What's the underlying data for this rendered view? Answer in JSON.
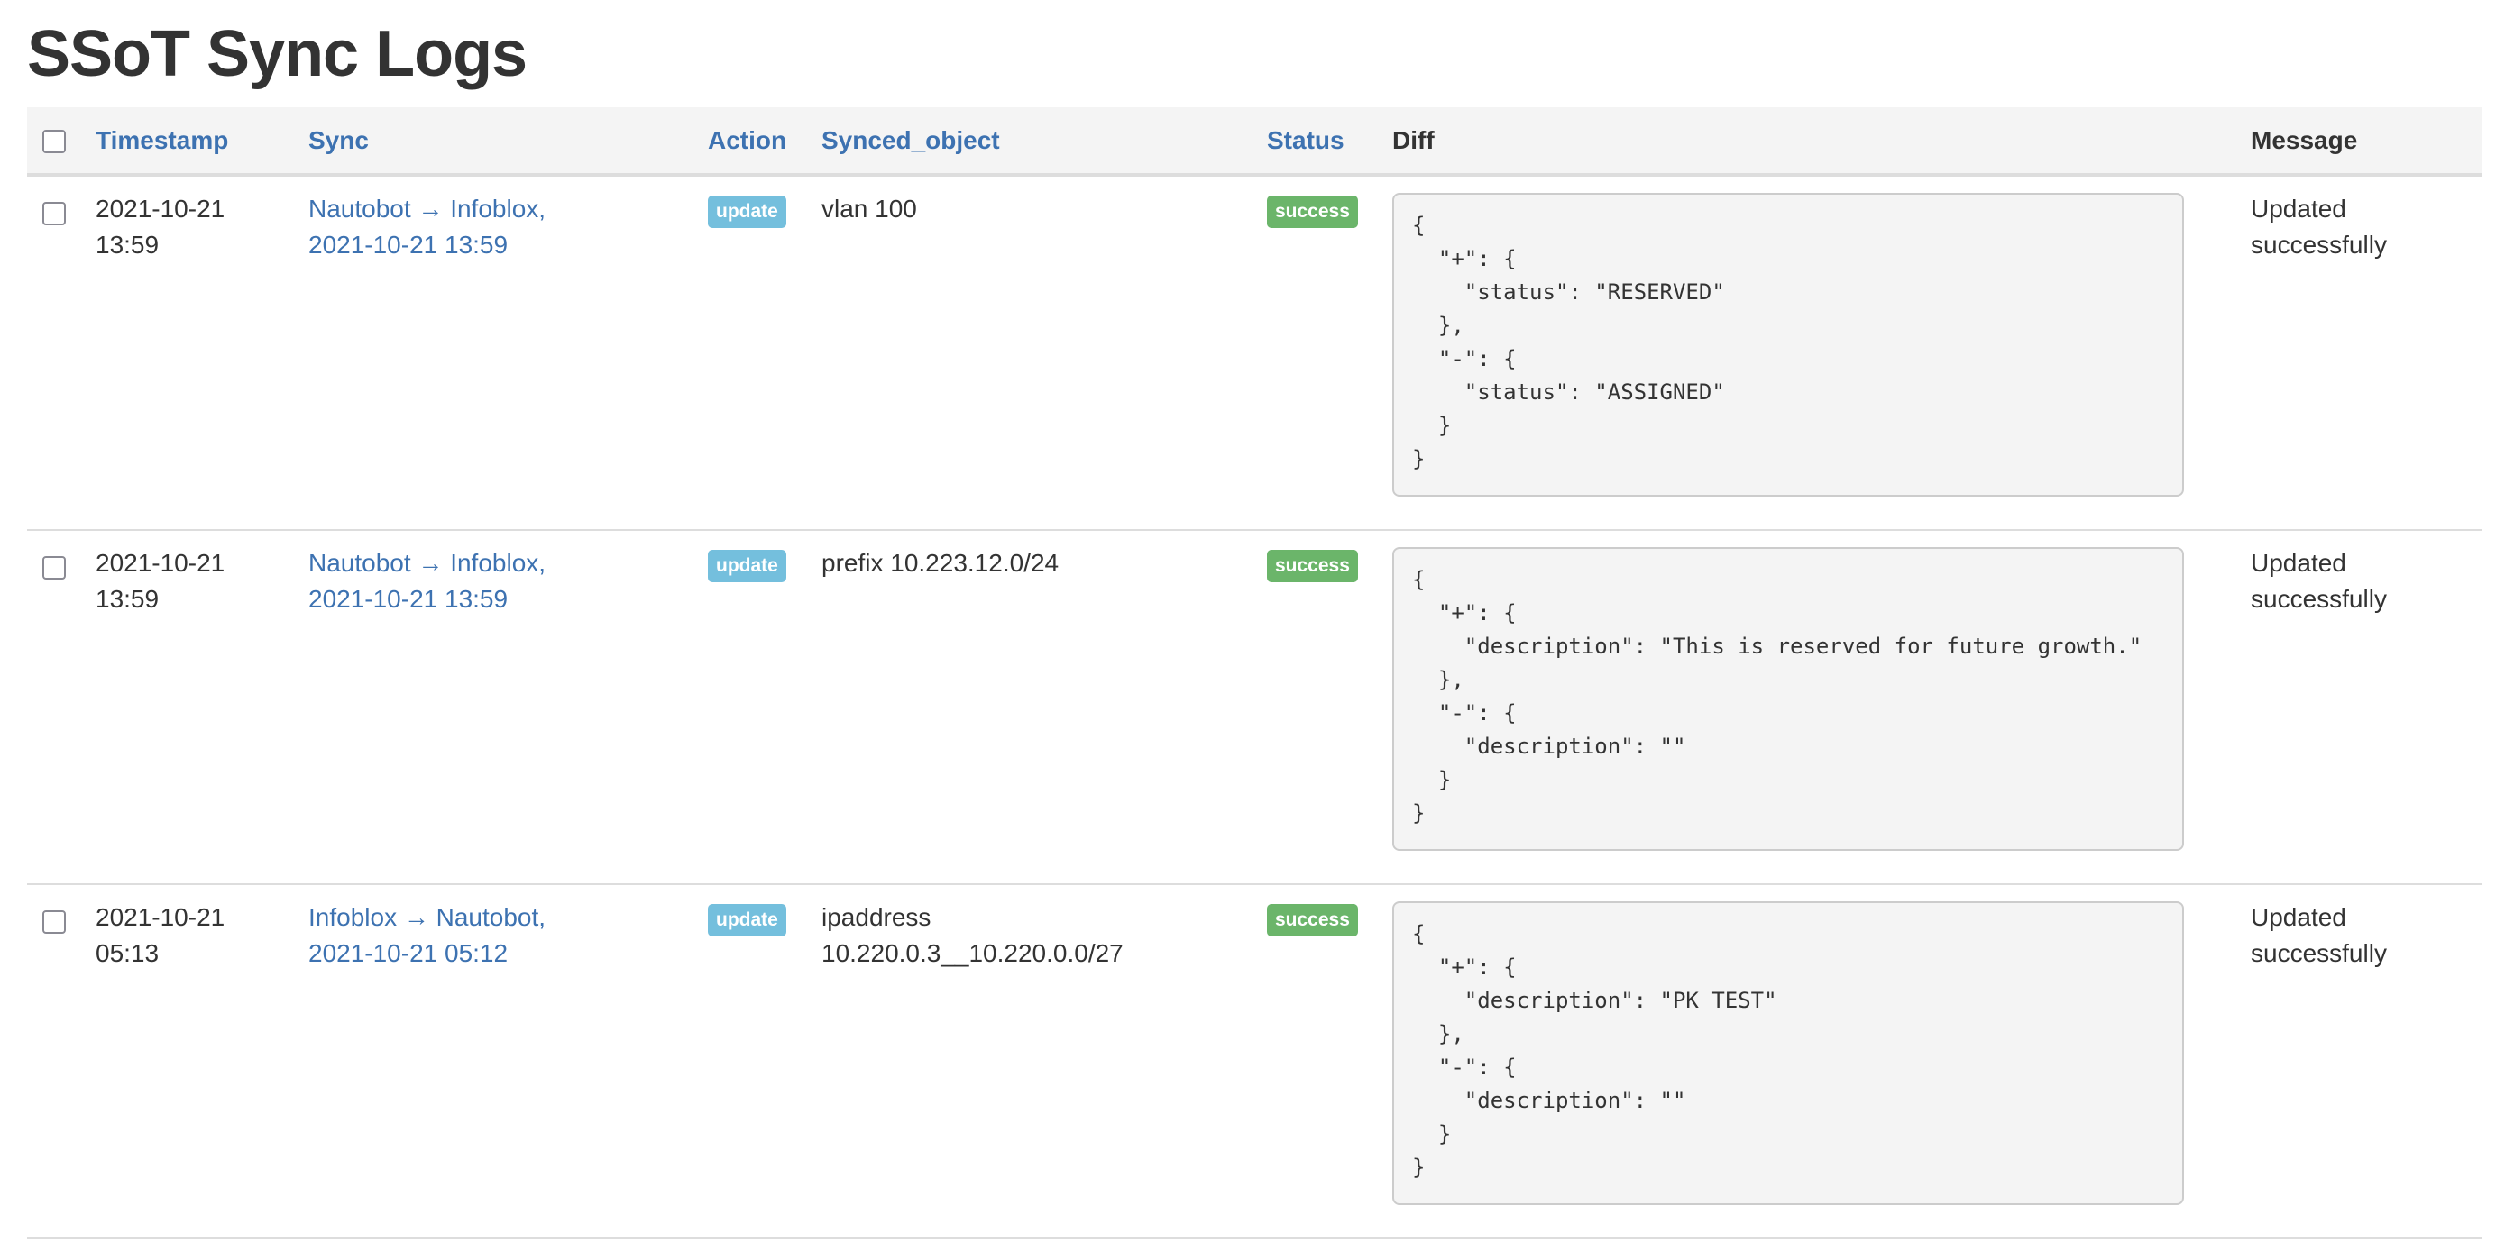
{
  "page": {
    "title": "SSoT Sync Logs"
  },
  "colors": {
    "link": "#3d72b1",
    "badge_info": "#74bfdd",
    "badge_success": "#6bb56a",
    "header_bg": "#f4f4f4",
    "diff_bg": "#f4f4f4"
  },
  "table": {
    "columns": [
      {
        "key": "select",
        "label": "",
        "sortable": false
      },
      {
        "key": "timestamp",
        "label": "Timestamp",
        "sortable": true
      },
      {
        "key": "sync",
        "label": "Sync",
        "sortable": true
      },
      {
        "key": "action",
        "label": "Action",
        "sortable": true
      },
      {
        "key": "synced_object",
        "label": "Synced_object",
        "sortable": true
      },
      {
        "key": "status",
        "label": "Status",
        "sortable": true
      },
      {
        "key": "diff",
        "label": "Diff",
        "sortable": false
      },
      {
        "key": "message",
        "label": "Message",
        "sortable": false
      }
    ],
    "rows": [
      {
        "timestamp_date": "2021-10-21",
        "timestamp_time": "13:59",
        "sync_line1": "Nautobot → Infoblox,",
        "sync_line2": "2021-10-21 13:59",
        "action": "update",
        "synced_object_line1": "vlan 100",
        "synced_object_line2": "",
        "status": "success",
        "diff": "{\n  \"+\": {\n    \"status\": \"RESERVED\"\n  },\n  \"-\": {\n    \"status\": \"ASSIGNED\"\n  }\n}",
        "message_line1": "Updated",
        "message_line2": "successfully"
      },
      {
        "timestamp_date": "2021-10-21",
        "timestamp_time": "13:59",
        "sync_line1": "Nautobot → Infoblox,",
        "sync_line2": "2021-10-21 13:59",
        "action": "update",
        "synced_object_line1": "prefix 10.223.12.0/24",
        "synced_object_line2": "",
        "status": "success",
        "diff": "{\n  \"+\": {\n    \"description\": \"This is reserved for future growth.\"\n  },\n  \"-\": {\n    \"description\": \"\"\n  }\n}",
        "message_line1": "Updated",
        "message_line2": "successfully"
      },
      {
        "timestamp_date": "2021-10-21",
        "timestamp_time": "05:13",
        "sync_line1": "Infoblox → Nautobot,",
        "sync_line2": "2021-10-21 05:12",
        "action": "update",
        "synced_object_line1": "ipaddress",
        "synced_object_line2": "10.220.0.3__10.220.0.0/27",
        "status": "success",
        "diff": "{\n  \"+\": {\n    \"description\": \"PK TEST\"\n  },\n  \"-\": {\n    \"description\": \"\"\n  }\n}",
        "message_line1": "Updated",
        "message_line2": "successfully"
      }
    ]
  }
}
